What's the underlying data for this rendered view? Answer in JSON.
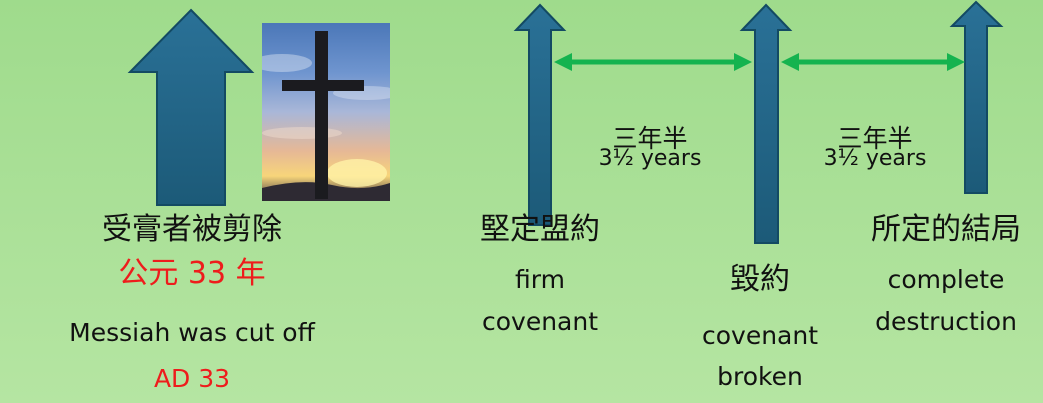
{
  "left": {
    "label_zh": "受膏者被剪除",
    "year_zh": "公元 33 年",
    "label_en": "Messiah was cut off",
    "year_en": "AD 33"
  },
  "markers": [
    {
      "label_zh": "堅定盟約",
      "label_en_1": "firm",
      "label_en_2": "covenant"
    },
    {
      "label_zh": "毀約",
      "label_en_1": "covenant",
      "label_en_2": "broken"
    },
    {
      "label_zh": "所定的結局",
      "label_en_1": "complete",
      "label_en_2": "destruction"
    }
  ],
  "spans": [
    {
      "label_zh": "三年半",
      "label_en": "3½ years"
    },
    {
      "label_zh": "三年半",
      "label_en": "3½ years"
    }
  ],
  "colors": {
    "background": "#a8df95",
    "arrow_fill": "#1f5f7e",
    "span_arrow": "#15b34f",
    "highlight_text": "#ee1c1c"
  },
  "icons": {
    "cross_photo": "cross-silhouette-sunset"
  }
}
